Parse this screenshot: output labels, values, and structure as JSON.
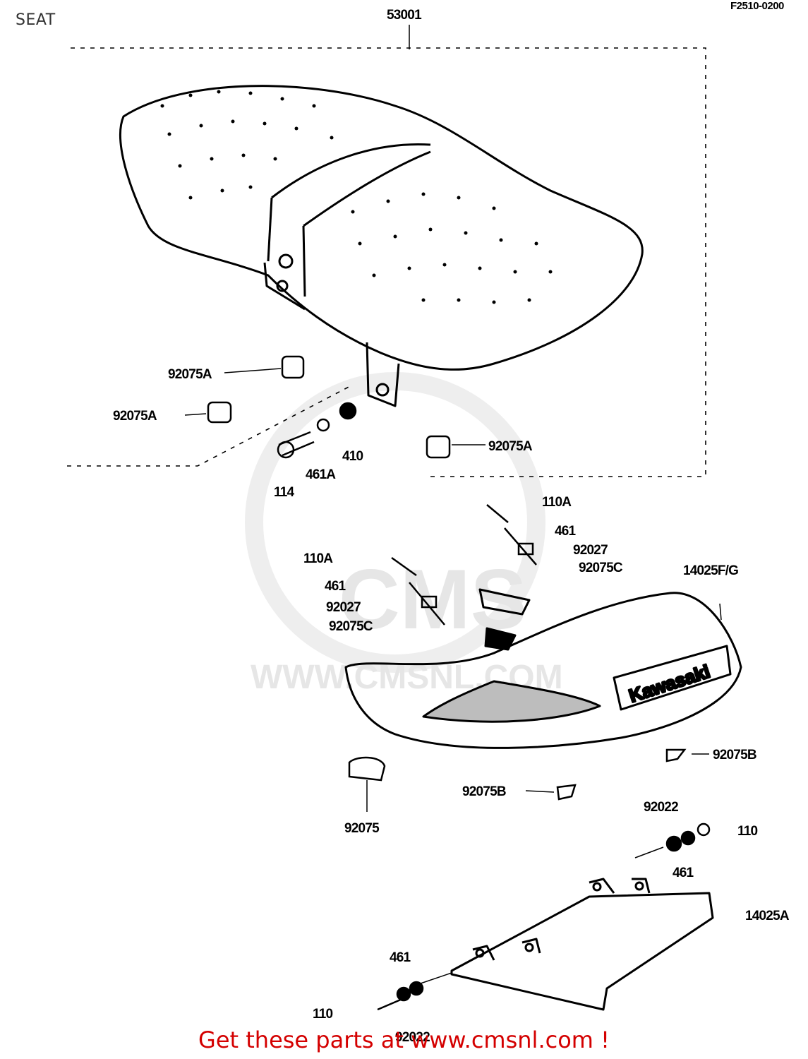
{
  "title": "SEAT",
  "ref_code": "F2510-0200",
  "cta": "Get these parts at www.cmsnl.com !",
  "watermark": {
    "brand": "CMS",
    "url": "WWW.CMSNL.COM"
  },
  "logo_text": "Kawasaki",
  "callouts": [
    "53001",
    "92075A",
    "92075A",
    "92075A",
    "410",
    "461A",
    "114",
    "110A",
    "461",
    "92027",
    "92075C",
    "14025F/G",
    "110A",
    "461",
    "92027",
    "92075C",
    "92075B",
    "92075B",
    "92075",
    "92022",
    "110",
    "461",
    "14025A",
    "461",
    "110",
    "92022"
  ]
}
